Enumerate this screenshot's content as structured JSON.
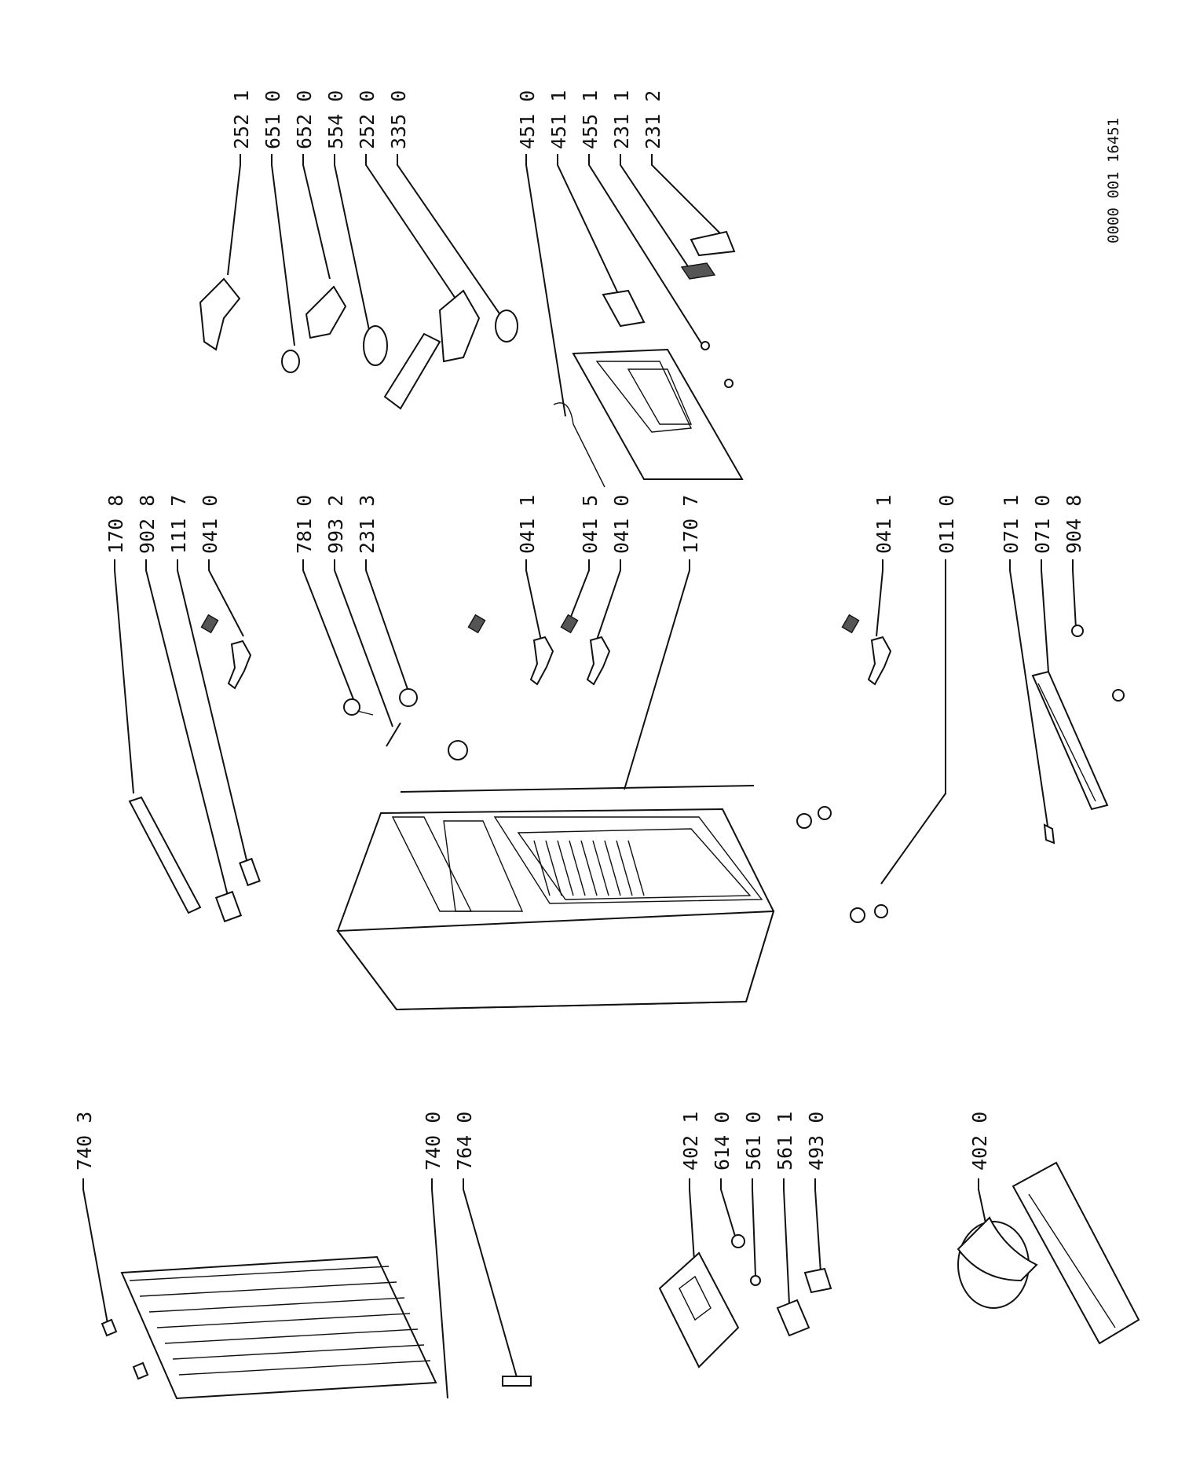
{
  "drawing_number": "0000 001 16451",
  "labels": {
    "l_252_1": "252 1",
    "l_651_0": "651 0",
    "l_652_0": "652 0",
    "l_554_0": "554 0",
    "l_252_0": "252 0",
    "l_335_0": "335 0",
    "l_451_0": "451 0",
    "l_451_1": "451 1",
    "l_455_1": "455 1",
    "l_231_1": "231 1",
    "l_231_2": "231 2",
    "l_170_8": "170 8",
    "l_902_8": "902 8",
    "l_111_7": "111 7",
    "l_041_0_a": "041 0",
    "l_781_0": "781 0",
    "l_993_2": "993 2",
    "l_231_3": "231 3",
    "l_041_1_a": "041 1",
    "l_041_5": "041 5",
    "l_041_0_b": "041 0",
    "l_170_7": "170 7",
    "l_041_1_b": "041 1",
    "l_011_0": "011 0",
    "l_071_1": "071 1",
    "l_071_0": "071 0",
    "l_904_8": "904 8",
    "l_740_3": "740 3",
    "l_740_0": "740 0",
    "l_764_0": "764 0",
    "l_402_1": "402 1",
    "l_614_0": "614 0",
    "l_561_0": "561 0",
    "l_561_1": "561 1",
    "l_493_0": "493 0",
    "l_402_0": "402 0"
  }
}
